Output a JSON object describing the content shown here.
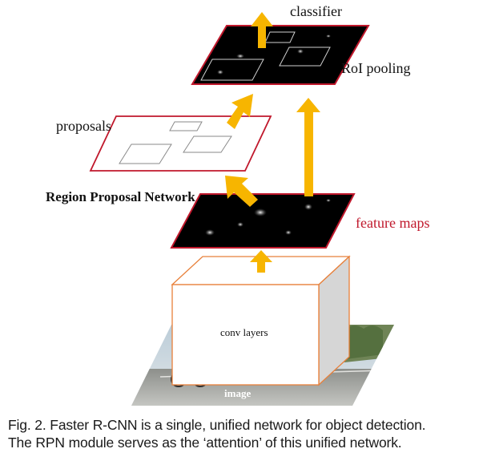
{
  "labels": {
    "classifier": "classifier",
    "roi_pooling": "RoI pooling",
    "proposals": "proposals",
    "rpn": "Region Proposal Network",
    "feature_maps": "feature maps",
    "conv_layers": "conv layers",
    "image": "image"
  },
  "caption": {
    "line1": "Fig. 2. Faster R-CNN is a single, unified network for object detection.",
    "line2": "The RPN module serves as the ‘attention’ of this unified network."
  },
  "colors": {
    "arrow": "#f7b500",
    "map_border": "#c0182c",
    "feature_label": "#c0182c",
    "conv_border": "#e8803a",
    "map_fill": "#000000"
  }
}
